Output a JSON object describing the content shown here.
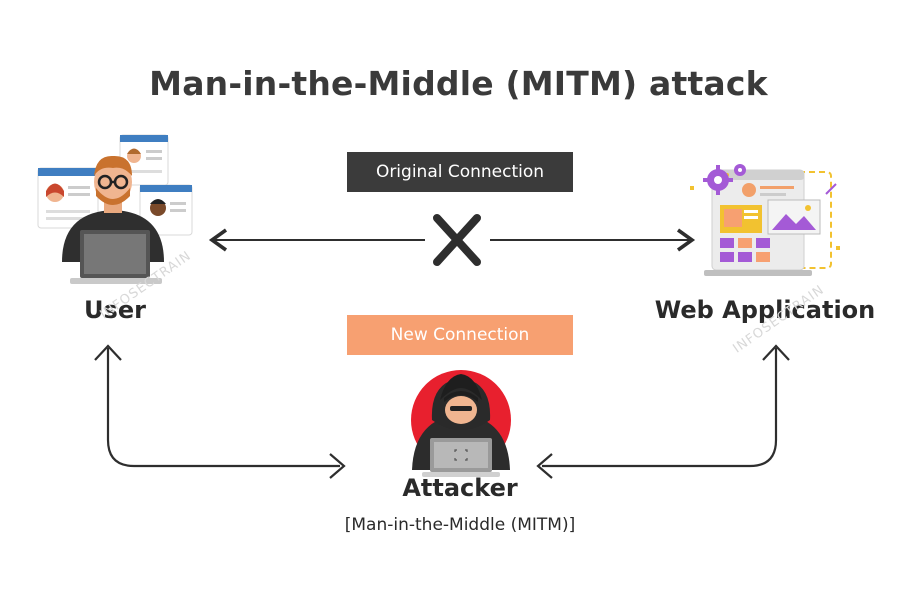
{
  "title": "Man-in-the-Middle (MITM) attack",
  "labels": {
    "original_connection": "Original Connection",
    "new_connection": "New Connection",
    "user": "User",
    "web_application": "Web Application",
    "attacker": "Attacker",
    "attacker_subtitle": "[Man-in-the-Middle (MITM)]"
  },
  "watermark": "INFOSECTRAIN",
  "colors": {
    "dark_box": "#3b3b3b",
    "orange_box": "#f7a071",
    "attacker_circle": "#e8202e",
    "accent_purple": "#a45ad6",
    "accent_yellow": "#f2c230",
    "arrow": "#2e2e2e"
  }
}
